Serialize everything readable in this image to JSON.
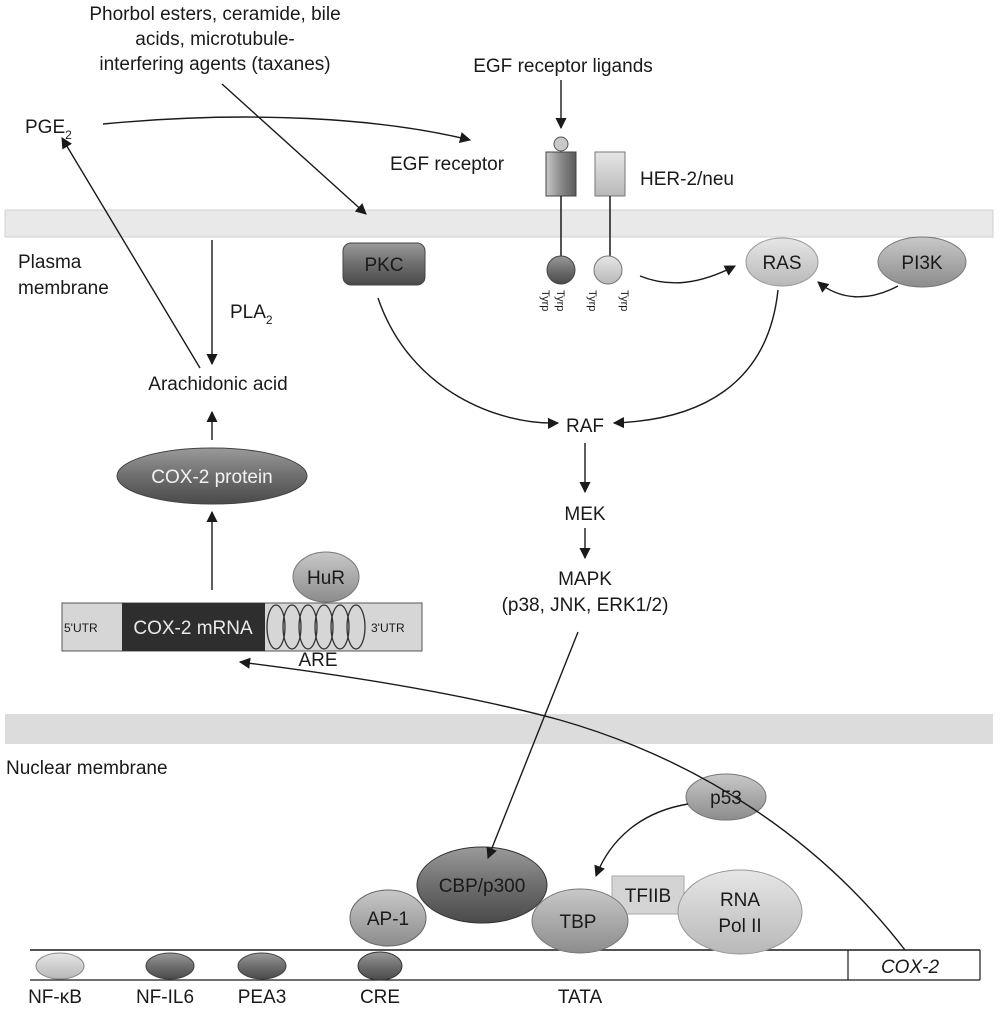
{
  "labels": {
    "stimuli": [
      "Phorbol esters, ceramide, bile",
      "acids, microtubule-",
      "interfering agents (taxanes)"
    ],
    "egf_ligands": "EGF receptor ligands",
    "pge2": "PGE",
    "pge2_sub": "2",
    "egf_receptor": "EGF receptor",
    "her2": "HER-2/neu",
    "plasma_membrane": [
      "Plasma",
      "membrane"
    ],
    "pkc": "PKC",
    "ras": "RAS",
    "pi3k": "PI3K",
    "tyrp": "Tyrp",
    "pla2": "PLA",
    "pla2_sub": "2",
    "arachidonic": "Arachidonic acid",
    "raf": "RAF",
    "cox2_protein": "COX-2 protein",
    "mek": "MEK",
    "mapk": "MAPK",
    "mapk_sub": "(p38, JNK, ERK1/2)",
    "hur": "HuR",
    "utr5": "5'UTR",
    "cox2_mrna": "COX-2 mRNA",
    "utr3": "3'UTR",
    "are": "ARE",
    "nuclear_membrane": "Nuclear membrane",
    "p53": "p53",
    "cbp": "CBP/p300",
    "tfiib": "TFIIB",
    "rna_pol": [
      "RNA",
      "Pol II"
    ],
    "ap1": "AP-1",
    "tbp": "TBP",
    "cox2_gene": "COX-2",
    "nfkb": "NF-κB",
    "nfil6": "NF-IL6",
    "pea3": "PEA3",
    "cre": "CRE",
    "tata": "TATA"
  }
}
